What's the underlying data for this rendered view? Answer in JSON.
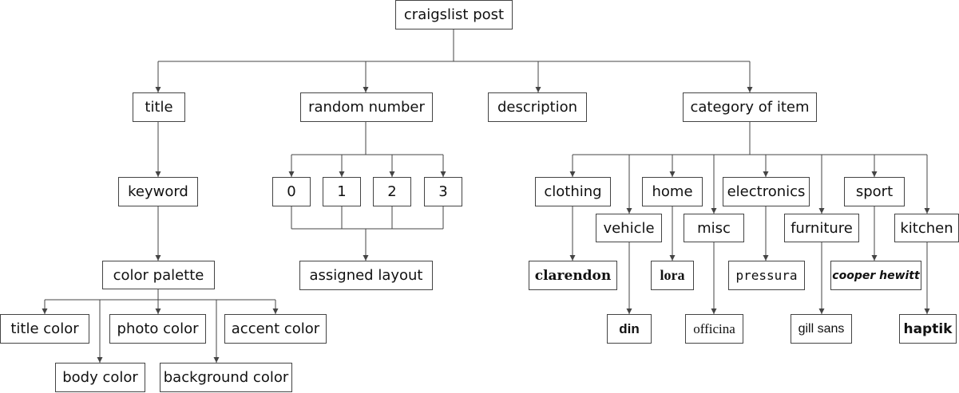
{
  "diagram": {
    "root": "craigslist post",
    "level1": {
      "title": "title",
      "random_number": "random number",
      "description": "description",
      "category": "category of item"
    },
    "title_branch": {
      "keyword": "keyword",
      "color_palette": "color palette",
      "colors": {
        "title_color": "title color",
        "body_color": "body color",
        "photo_color": "photo color",
        "background_color": "background color",
        "accent_color": "accent color"
      }
    },
    "random_branch": {
      "numbers": [
        "0",
        "1",
        "2",
        "3"
      ],
      "assigned_layout": "assigned layout"
    },
    "categories": {
      "clothing": "clothing",
      "vehicle": "vehicle",
      "home": "home",
      "misc": "misc",
      "electronics": "electronics",
      "furniture": "furniture",
      "sport": "sport",
      "kitchen": "kitchen"
    },
    "fonts": {
      "clarendon": "clarendon",
      "din": "din",
      "lora": "lora",
      "officina": "officina",
      "pressura": "pressura",
      "gill_sans": "gill sans",
      "cooper_hewitt": "cooper hewitt",
      "haptik": "haptik"
    }
  }
}
